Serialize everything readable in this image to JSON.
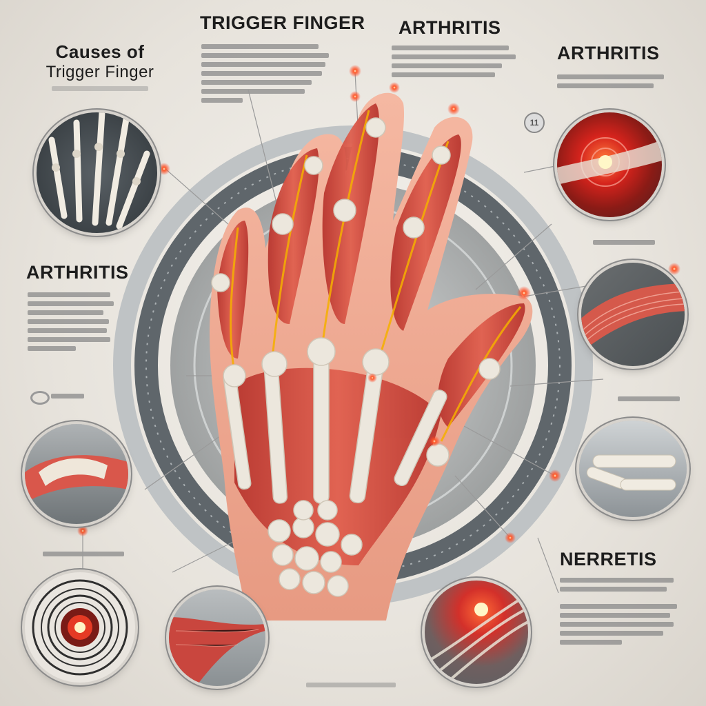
{
  "title_left_line1": "Causes of",
  "title_left_line2": "Trigger Finger",
  "title_top_center": "TRIGGER FINGER",
  "title_top_right": "ARTHRITIS",
  "label_right_top": "ARTHRITIS",
  "label_left_middle": "ARTHRITIS",
  "label_right_bottom": "NERRETIS",
  "icon_badge_text": "11",
  "colors": {
    "muscle": "#c9463e",
    "tendon": "#f0b400",
    "bone": "#ece7dd",
    "pain": "#ff3b1f",
    "ring": "#6f7478"
  }
}
